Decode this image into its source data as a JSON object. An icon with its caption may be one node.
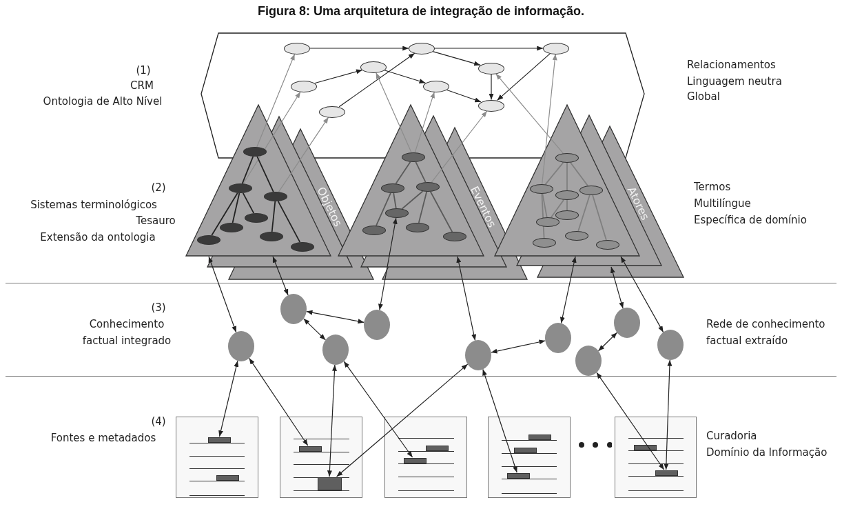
{
  "diagram": {
    "title": "Figura 8: Uma arquitetura de integração de informação.",
    "nodes": [
      {
        "text": [],
        "shape": "hexagon"
      },
      {
        "text": [],
        "shape": "ellipse",
        "in": 0
      },
      {
        "text": [],
        "shape": "ellipse",
        "in": 0
      },
      {
        "text": [],
        "shape": "ellipse",
        "in": 0
      },
      {
        "text": [],
        "shape": "ellipse",
        "in": 0
      },
      {
        "text": [],
        "shape": "ellipse",
        "in": 0
      },
      {
        "text": [],
        "shape": "ellipse",
        "in": 0
      },
      {
        "text": [],
        "shape": "ellipse",
        "in": 0
      },
      {
        "text": [],
        "shape": "ellipse",
        "in": 0
      },
      {
        "text": [],
        "shape": "ellipse",
        "in": 0
      },
      {
        "text": [
          "Objetos"
        ]
      },
      {
        "text": [],
        "shape": "ellipse"
      },
      {
        "text": [],
        "shape": "ellipse",
        "in": 10
      },
      {
        "text": [],
        "shape": "ellipse",
        "in": 10
      },
      {
        "text": [],
        "shape": "ellipse",
        "in": 10
      },
      {
        "text": [],
        "shape": "ellipse",
        "in": 10
      },
      {
        "text": [],
        "shape": "ellipse",
        "in": 10
      },
      {
        "text": [],
        "shape": "ellipse",
        "in": 10
      },
      {
        "text": [],
        "shape": "ellipse",
        "in": 10
      },
      {
        "text": [
          "Eventos"
        ]
      },
      {
        "text": [],
        "shape": "ellipse"
      },
      {
        "text": [],
        "shape": "ellipse",
        "in": 19
      },
      {
        "text": [],
        "shape": "ellipse",
        "in": 19
      },
      {
        "text": [],
        "shape": "ellipse",
        "in": 19
      },
      {
        "text": [],
        "shape": "ellipse",
        "in": 19
      },
      {
        "text": [],
        "shape": "ellipse",
        "in": 19
      },
      {
        "text": [],
        "shape": "ellipse",
        "in": 19
      },
      {
        "text": [
          "Atores"
        ]
      },
      {
        "text": [],
        "shape": "ellipse"
      },
      {
        "text": [],
        "shape": "ellipse",
        "in": 27
      },
      {
        "text": [],
        "shape": "ellipse",
        "in": 27
      },
      {
        "text": [],
        "shape": "ellipse",
        "in": 27
      },
      {
        "text": [],
        "shape": "ellipse",
        "in": 27
      },
      {
        "text": [],
        "shape": "ellipse",
        "in": 27
      },
      {
        "text": [],
        "shape": "ellipse",
        "in": 27
      },
      {
        "text": [],
        "shape": "ellipse",
        "in": 27
      },
      {
        "text": [],
        "shape": "ellipse",
        "in": 27
      },
      {
        "text": [],
        "shape": "circle"
      },
      {
        "text": [],
        "shape": "circle"
      },
      {
        "text": [],
        "shape": "circle"
      },
      {
        "text": [],
        "shape": "circle"
      },
      {
        "text": [],
        "shape": "circle"
      },
      {
        "text": [],
        "shape": "circle"
      },
      {
        "text": [],
        "shape": "circle"
      },
      {
        "text": [],
        "shape": "circle"
      },
      {
        "text": [],
        "shape": "circle"
      },
      {
        "text": [],
        "shape": "document"
      },
      {
        "text": [],
        "shape": "document"
      },
      {
        "text": [],
        "shape": "document"
      },
      {
        "text": [],
        "shape": "document"
      },
      {
        "text": [],
        "shape": "document"
      },
      {
        "text": [],
        "shape": "bar",
        "in": 46
      },
      {
        "text": [],
        "shape": "bar",
        "in": 46
      },
      {
        "text": [],
        "shape": "bar",
        "in": 47
      },
      {
        "text": [],
        "shape": "bar",
        "in": 47
      },
      {
        "text": [],
        "shape": "bar",
        "in": 48
      },
      {
        "text": [],
        "shape": "bar",
        "in": 48
      },
      {
        "text": [],
        "shape": "bar",
        "in": 49
      },
      {
        "text": [],
        "shape": "bar",
        "in": 49
      },
      {
        "text": [],
        "shape": "bar",
        "in": 49
      },
      {
        "text": [],
        "shape": "bar",
        "in": 50
      },
      {
        "text": [],
        "shape": "bar",
        "in": 50
      }
    ],
    "edges": [
      {
        "from": 1,
        "to": 2,
        "arrow": "to"
      },
      {
        "from": 2,
        "to": 3,
        "arrow": "to"
      },
      {
        "from": 2,
        "to": 5,
        "arrow": "to"
      },
      {
        "from": 6,
        "to": 4,
        "arrow": "to"
      },
      {
        "from": 4,
        "to": 7,
        "arrow": "to"
      },
      {
        "from": 9,
        "to": 2,
        "arrow": "to"
      },
      {
        "from": 5,
        "to": 8,
        "arrow": "to"
      },
      {
        "from": 7,
        "to": 8,
        "arrow": "to"
      },
      {
        "from": 3,
        "to": 8,
        "arrow": "to"
      },
      {
        "from": 11,
        "to": 1,
        "arrow": "to",
        "color": "#8c8c8c"
      },
      {
        "from": 12,
        "to": 6,
        "arrow": "to",
        "color": "#8c8c8c"
      },
      {
        "from": 13,
        "to": 9,
        "arrow": "to",
        "color": "#8c8c8c"
      },
      {
        "from": 20,
        "to": 4,
        "arrow": "to",
        "color": "#8c8c8c"
      },
      {
        "from": 20,
        "to": 7,
        "arrow": "to",
        "color": "#8c8c8c"
      },
      {
        "from": 22,
        "to": 8,
        "arrow": "to",
        "color": "#8c8c8c"
      },
      {
        "from": 28,
        "to": 5,
        "arrow": "to",
        "color": "#8c8c8c"
      },
      {
        "from": 29,
        "to": 3,
        "arrow": "to",
        "color": "#8c8c8c"
      },
      {
        "from": 11,
        "to": 12,
        "arrow": "none"
      },
      {
        "from": 11,
        "to": 13,
        "arrow": "none"
      },
      {
        "from": 12,
        "to": 16,
        "arrow": "none"
      },
      {
        "from": 12,
        "to": 15,
        "arrow": "none"
      },
      {
        "from": 12,
        "to": 14,
        "arrow": "none"
      },
      {
        "from": 13,
        "to": 17,
        "arrow": "none"
      },
      {
        "from": 13,
        "to": 18,
        "arrow": "none"
      },
      {
        "from": 20,
        "to": 21,
        "arrow": "none",
        "color": "#5a5a5a"
      },
      {
        "from": 20,
        "to": 22,
        "arrow": "none",
        "color": "#5a5a5a"
      },
      {
        "from": 21,
        "to": 23,
        "arrow": "none",
        "color": "#5a5a5a"
      },
      {
        "from": 21,
        "to": 24,
        "arrow": "none",
        "color": "#5a5a5a"
      },
      {
        "from": 22,
        "to": 23,
        "arrow": "none",
        "color": "#5a5a5a"
      },
      {
        "from": 22,
        "to": 25,
        "arrow": "none",
        "color": "#5a5a5a"
      },
      {
        "from": 22,
        "to": 26,
        "arrow": "none",
        "color": "#5a5a5a"
      },
      {
        "from": 28,
        "to": 29,
        "arrow": "none",
        "color": "#7f7f7f"
      },
      {
        "from": 28,
        "to": 30,
        "arrow": "none",
        "color": "#7f7f7f"
      },
      {
        "from": 28,
        "to": 31,
        "arrow": "none",
        "color": "#7f7f7f"
      },
      {
        "from": 29,
        "to": 34,
        "arrow": "none",
        "color": "#7f7f7f"
      },
      {
        "from": 29,
        "to": 33,
        "arrow": "none",
        "color": "#7f7f7f"
      },
      {
        "from": 30,
        "to": 33,
        "arrow": "none",
        "color": "#7f7f7f"
      },
      {
        "from": 30,
        "to": 32,
        "arrow": "none",
        "color": "#7f7f7f"
      },
      {
        "from": 31,
        "to": 35,
        "arrow": "none",
        "color": "#7f7f7f"
      },
      {
        "from": 31,
        "to": 36,
        "arrow": "none",
        "color": "#7f7f7f"
      },
      {
        "from": 10,
        "to": 37,
        "arrow": "both"
      },
      {
        "from": 10,
        "to": 38,
        "arrow": "both"
      },
      {
        "from": 23,
        "to": 40,
        "arrow": "both"
      },
      {
        "from": 19,
        "to": 41,
        "arrow": "both"
      },
      {
        "from": 27,
        "to": 42,
        "arrow": "both"
      },
      {
        "from": 27,
        "to": 44,
        "arrow": "both"
      },
      {
        "from": 27,
        "to": 45,
        "arrow": "both"
      },
      {
        "from": 38,
        "to": 40,
        "arrow": "both"
      },
      {
        "from": 38,
        "to": 39,
        "arrow": "both"
      },
      {
        "from": 41,
        "to": 42,
        "arrow": "both"
      },
      {
        "from": 43,
        "to": 44,
        "arrow": "both"
      },
      {
        "from": 37,
        "to": 51,
        "arrow": "both"
      },
      {
        "from": 37,
        "to": 53,
        "arrow": "both"
      },
      {
        "from": 39,
        "to": 54,
        "arrow": "both"
      },
      {
        "from": 39,
        "to": 56,
        "arrow": "both"
      },
      {
        "from": 41,
        "to": 54,
        "arrow": "both"
      },
      {
        "from": 41,
        "to": 59,
        "arrow": "both"
      },
      {
        "from": 43,
        "to": 61,
        "arrow": "both"
      },
      {
        "from": 45,
        "to": 61,
        "arrow": "both"
      }
    ],
    "labels": [
      "(1)",
      "CRM",
      "Ontologia de Alto Nível",
      "Relacionamentos",
      "Linguagem neutra",
      "Global",
      "(2)",
      "Sistemas terminológicos",
      "Tesauro",
      "Extensão da ontologia",
      "Termos",
      "Multilíngue",
      "Específica de domínio",
      "(3)",
      "Conhecimento factual integrado",
      "Rede de conhecimento factual extraído",
      "(4)",
      "Fontes e metadados",
      "Curadoria",
      "Domínio da Informação"
    ]
  }
}
